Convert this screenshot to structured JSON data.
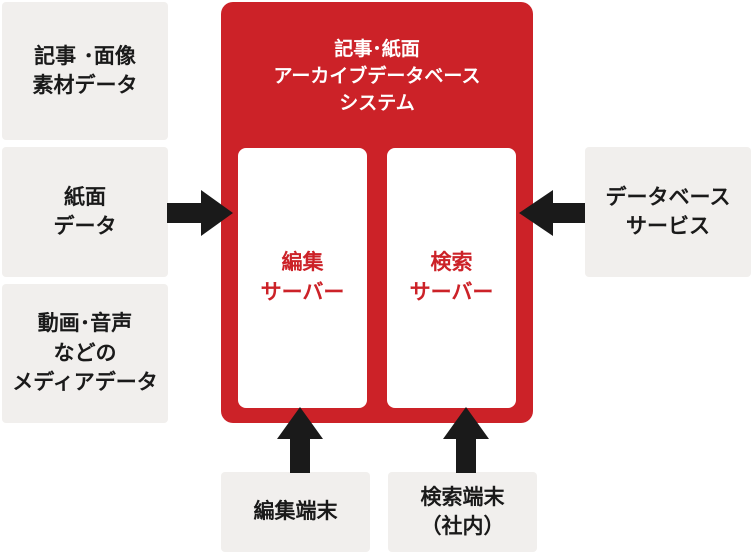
{
  "sources": [
    {
      "label": "記事 ･面像\n素材データ"
    },
    {
      "label": "紙面\nデータ"
    },
    {
      "label": "動画･音声\nなどの\nメディアデータ"
    }
  ],
  "system": {
    "title": "記事･紙面\nアーカイブデータベース\nシステム",
    "servers": [
      {
        "label": "編集\nサーバー"
      },
      {
        "label": "検索\nサーバー"
      }
    ]
  },
  "service": {
    "label": "データベース\nサービス"
  },
  "terminals": [
    {
      "label": "編集端末"
    },
    {
      "label": "検索端末\n（社内）"
    }
  ],
  "colors": {
    "accent": "#cc2228",
    "box_bg": "#f1efed",
    "arrow": "#1a1a1a",
    "text": "#1a1a1a"
  }
}
